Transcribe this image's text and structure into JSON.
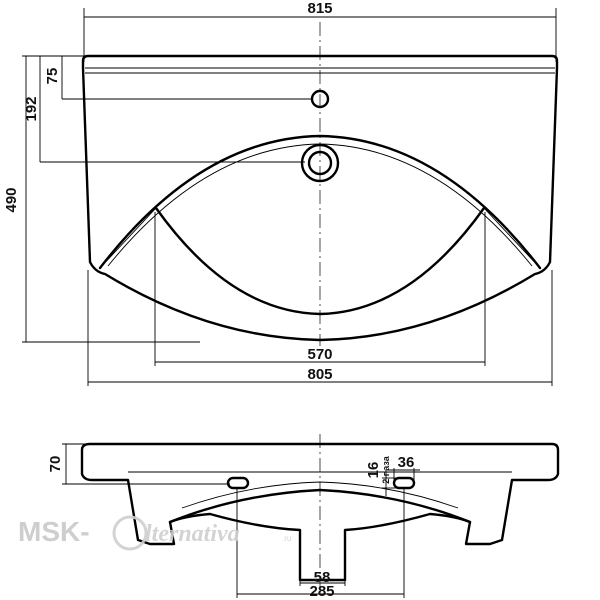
{
  "top_view": {
    "dimensions": {
      "overall_width": "815",
      "basin_width": "570",
      "bottom_width": "805",
      "depth": "490",
      "faucet_hole_offset": "192",
      "rim_offset": "75"
    }
  },
  "side_view": {
    "dimensions": {
      "rim_height": "70",
      "slot_height": "16",
      "slot_count_label": "2 паза",
      "slot_width": "36",
      "drain_width": "58",
      "drain_span": "285"
    }
  },
  "watermark": {
    "prefix": "MSK-",
    "brand": "lternativa",
    "domain": ".ru"
  }
}
